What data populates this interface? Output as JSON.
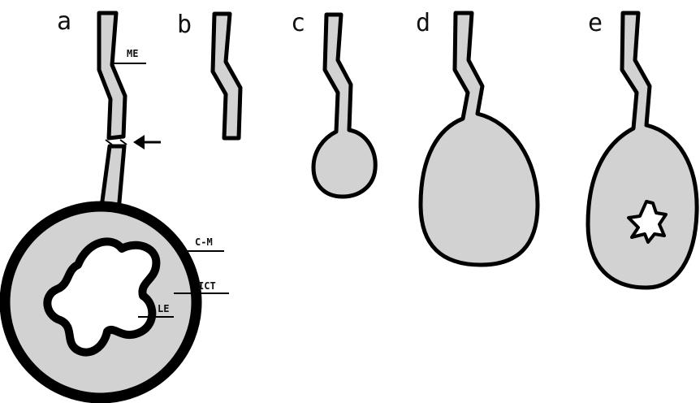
{
  "panels": [
    "a",
    "b",
    "c",
    "d",
    "e"
  ],
  "labels": {
    "me": "ME",
    "cm": "C-M",
    "ict": "ICT",
    "le": "LE"
  },
  "colors": {
    "tissue_fill": "#d2d2d2",
    "outline": "#000000",
    "background": "#ffffff"
  },
  "icons": {
    "arrow": "left-arrow-icon"
  }
}
